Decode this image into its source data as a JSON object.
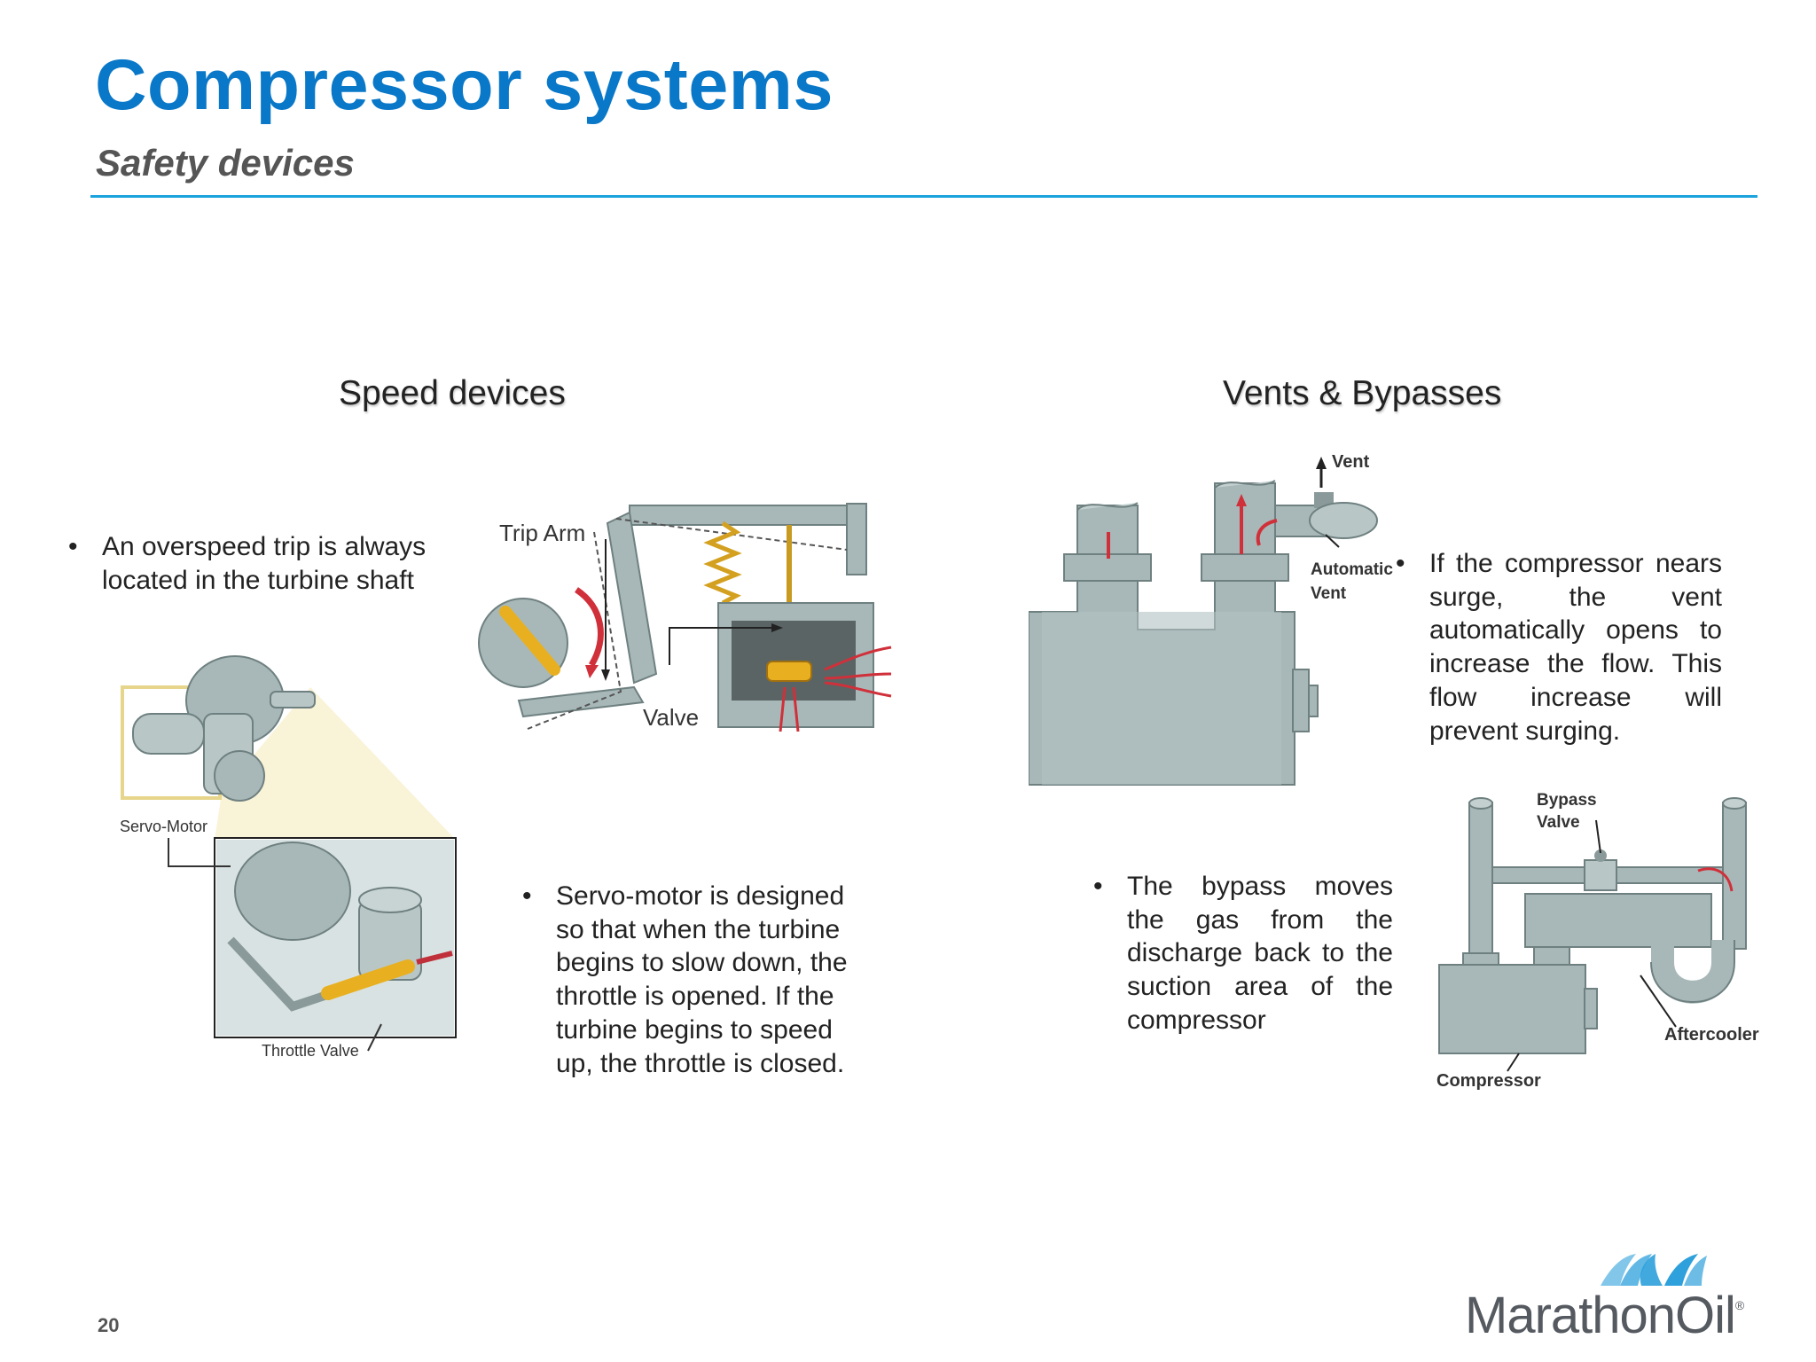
{
  "header": {
    "title": "Compressor systems",
    "subtitle": "Safety devices"
  },
  "sections": {
    "speed": {
      "heading": "Speed devices",
      "bullet1": "An overspeed trip is always located in the turbine shaft",
      "bullet2": "Servo-motor is designed so that when the turbine begins to slow down, the throttle is opened.  If the turbine begins to speed up, the throttle is closed.",
      "diagram_trip": {
        "trip_arm": "Trip Arm",
        "valve": "Valve"
      },
      "diagram_servo": {
        "servo_motor": "Servo-Motor",
        "throttle_valve": "Throttle Valve"
      }
    },
    "vents": {
      "heading": "Vents & Bypasses",
      "bullet1": "If the compressor nears surge, the vent automatically opens to increase the flow.  This flow increase will prevent surging.",
      "bullet2": "The bypass moves the gas from the discharge back to the suction area of the compressor",
      "diagram_vent": {
        "vent": "Vent",
        "automatic": "Automatic",
        "vent2": "Vent"
      },
      "diagram_bypass": {
        "bypass": "Bypass",
        "valve": "Valve",
        "aftercooler": "Aftercooler",
        "compressor": "Compressor"
      }
    }
  },
  "footer": {
    "page_number": "20",
    "logo_text": "MarathonOil",
    "logo_mark": "®"
  },
  "colors": {
    "title": "#0a78c8",
    "rule": "#1aa3dd",
    "machine": "#a8b8b8",
    "accent_gold": "#e8b020",
    "arrow_red": "#d0303a"
  }
}
